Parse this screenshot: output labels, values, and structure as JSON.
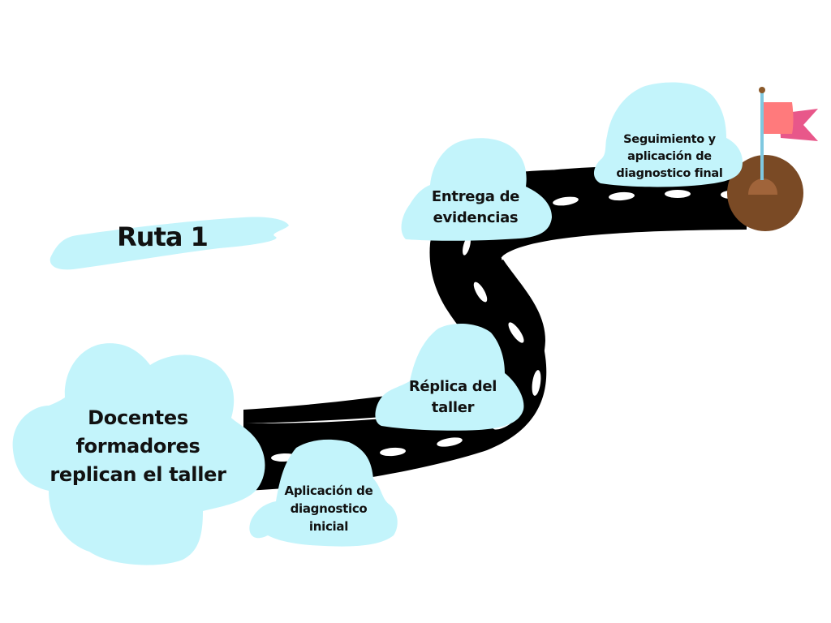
{
  "title": "Ruta 1",
  "start": {
    "lines": [
      "Docentes",
      "formadores",
      "replican el taller"
    ]
  },
  "steps": [
    {
      "lines": [
        "Aplicación de",
        "diagnostico",
        "inicial"
      ]
    },
    {
      "lines": [
        "Réplica del",
        "taller"
      ]
    },
    {
      "lines": [
        "Entrega de",
        "evidencias"
      ]
    },
    {
      "lines": [
        "Seguimiento  y",
        "aplicación de",
        "diagnostico final"
      ]
    }
  ],
  "icons": {
    "goal": "flag-icon",
    "goal_mound": "dirt-mound-icon"
  },
  "colors": {
    "cloud": "#c3f4fb",
    "road": "#000000",
    "road_marking": "#ffffff",
    "mound": "#7a4a25",
    "mound_base": "#a0643a",
    "pole": "#7fc8e0",
    "pole_knob": "#8b5a2b",
    "flag_front": "#ff7a7c",
    "flag_back": "#e8578a",
    "text": "#111111"
  }
}
